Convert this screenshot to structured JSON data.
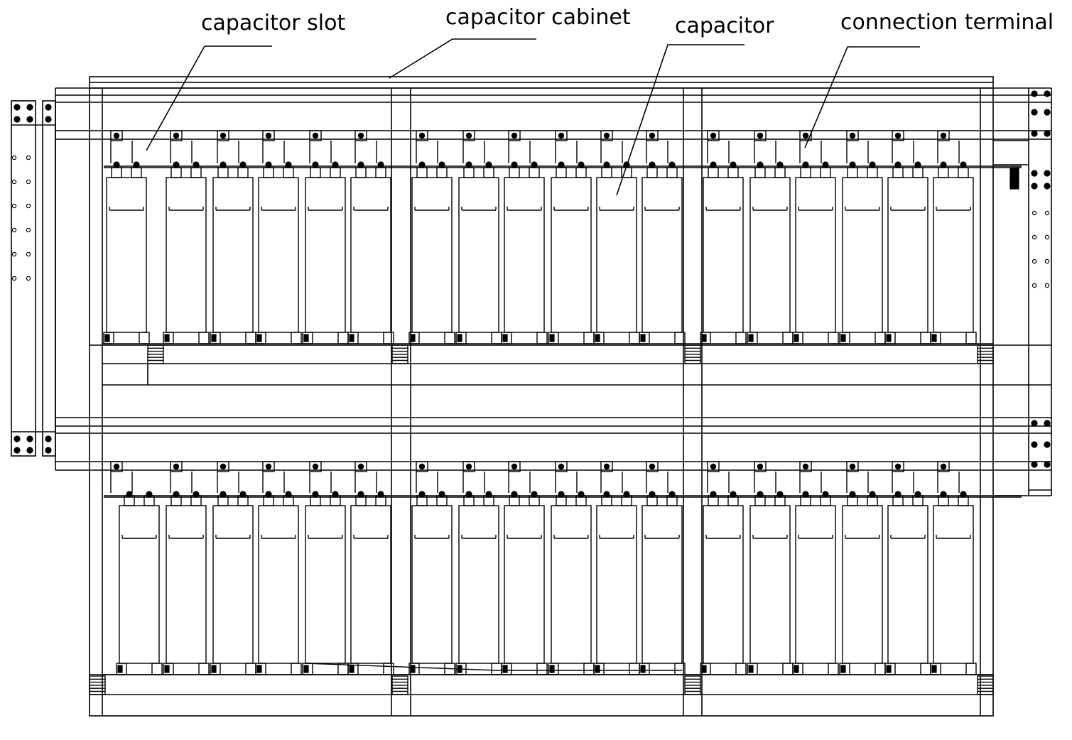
{
  "labels": {
    "capacitor_slot": "capacitor slot",
    "capacitor_cabinet": "capacitor cabinet",
    "capacitor": "capacitor",
    "connection_terminal": "connection terminal"
  },
  "structure": {
    "tiers": 2,
    "bays_per_tier": 3,
    "capacitors_per_bay": 6
  },
  "colors": {
    "line": "#000000",
    "background": "#ffffff"
  }
}
